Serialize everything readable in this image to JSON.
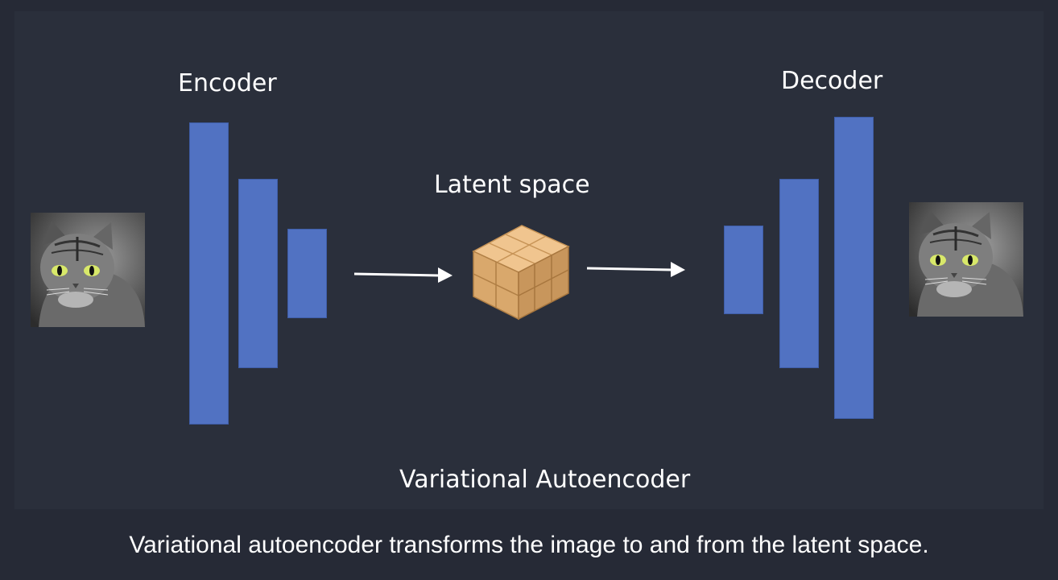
{
  "diagram": {
    "encoder_label": "Encoder",
    "decoder_label": "Decoder",
    "latent_label": "Latent space",
    "title": "Variational Autoencoder",
    "input_image": "cat-photo",
    "output_image": "cat-photo",
    "colors": {
      "background": "#262a36",
      "layer_bar": "#5172c2",
      "latent_cube": "#e0b07a",
      "arrow": "#ffffff",
      "text": "#ffffff"
    }
  },
  "caption": "Variational autoencoder transforms the image to and from the latent space."
}
